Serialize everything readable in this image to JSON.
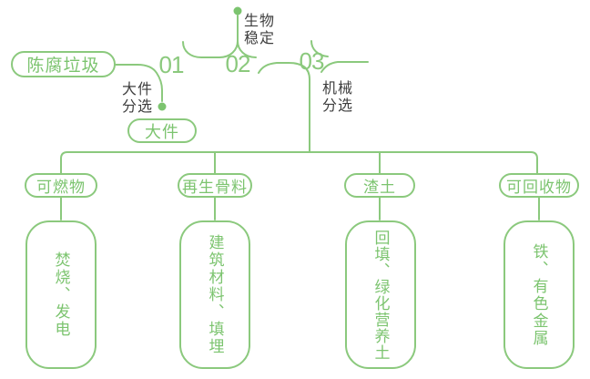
{
  "palette": {
    "line_green": "#8bc97d",
    "text_green": "#7cc46f",
    "label_dark": "#3e3e3e",
    "background": "#ffffff"
  },
  "flow": {
    "source_label": "陈腐垃圾",
    "stages": [
      {
        "number": "01",
        "label": "大件分选",
        "output": "大件"
      },
      {
        "number": "02",
        "label": "生物稳定"
      },
      {
        "number": "03",
        "label": "机械分选"
      }
    ],
    "branches": [
      {
        "category": "可燃物",
        "disposal": "焚烧、发电"
      },
      {
        "category": "再生骨料",
        "disposal": "建筑材料、填埋"
      },
      {
        "category": "渣土",
        "disposal": "回填、绿化营养土"
      },
      {
        "category": "可回收物",
        "disposal": "铁、有色金属"
      }
    ]
  }
}
